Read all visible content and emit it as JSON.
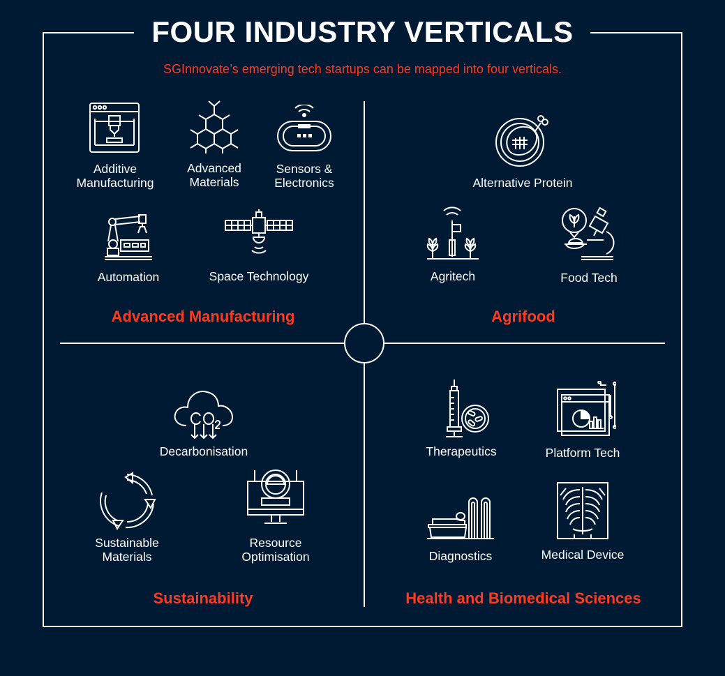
{
  "title": "FOUR INDUSTRY VERTICALS",
  "subtitle": "SGInnovate’s emerging tech startups can be mapped into four verticals.",
  "colors": {
    "background": "#011a33",
    "accent": "#ff3b1f",
    "lines": "#ffffff"
  },
  "quadrants": {
    "advanced_manufacturing": {
      "heading": "Advanced Manufacturing",
      "items": [
        {
          "icon": "3d-printer-icon",
          "label_1": "Additive",
          "label_2": "Manufacturing"
        },
        {
          "icon": "molecule-hexagon-icon",
          "label_1": "Advanced",
          "label_2": "Materials"
        },
        {
          "icon": "sensor-device-icon",
          "label_1": "Sensors &",
          "label_2": "Electronics"
        },
        {
          "icon": "robot-arm-icon",
          "label": "Automation"
        },
        {
          "icon": "satellite-icon",
          "label": "Space Technology"
        }
      ]
    },
    "agrifood": {
      "heading": "Agrifood",
      "items": [
        {
          "icon": "meat-drumstick-icon",
          "label": "Alternative Protein"
        },
        {
          "icon": "smart-farm-icon",
          "label": "Agritech"
        },
        {
          "icon": "microscope-food-icon",
          "label": "Food Tech"
        }
      ]
    },
    "sustainability": {
      "heading": "Sustainability",
      "items": [
        {
          "icon": "co2-cloud-icon",
          "label": "Decarbonisation"
        },
        {
          "icon": "recycle-arrows-icon",
          "label_1": "Sustainable",
          "label_2": "Materials"
        },
        {
          "icon": "monitor-gauge-icon",
          "label_1": "Resource",
          "label_2": "Optimisation"
        }
      ]
    },
    "health": {
      "heading": "Health and Biomedical Sciences",
      "items": [
        {
          "icon": "syringe-pill-icon",
          "label": "Therapeutics"
        },
        {
          "icon": "dashboard-chart-icon",
          "label": "Platform Tech"
        },
        {
          "icon": "scanner-bed-icon",
          "label": "Diagnostics"
        },
        {
          "icon": "xray-chest-icon",
          "label": "Medical Device"
        }
      ]
    }
  }
}
